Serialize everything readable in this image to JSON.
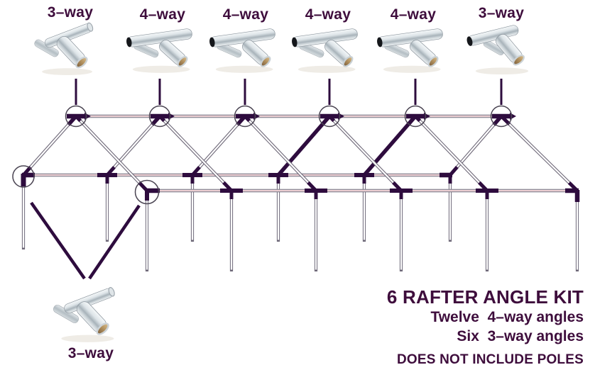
{
  "colors": {
    "ink": "#3e0d3c",
    "frame_dark": "#2e0c3e",
    "tube_gray": "#6e6878",
    "tube_accent_pink": "#d99ca6",
    "metal_silver": "#c9d2d8",
    "metal_brass": "#b3925f"
  },
  "top_fittings": [
    {
      "label": "3–way",
      "type": "3-way"
    },
    {
      "label": "4–way",
      "type": "4-way"
    },
    {
      "label": "4–way",
      "type": "4-way"
    },
    {
      "label": "4–way",
      "type": "4-way"
    },
    {
      "label": "4–way",
      "type": "4-way"
    },
    {
      "label": "3–way",
      "type": "3-way"
    }
  ],
  "bottom_fitting": {
    "label": "3–way",
    "type": "3-way"
  },
  "kit_info": {
    "title": "6 RAFTER ANGLE KIT",
    "detail_1": "Twelve  4–way angles",
    "detail_2": "Six  3–way angles",
    "note": "DOES NOT INCLUDE POLES"
  }
}
